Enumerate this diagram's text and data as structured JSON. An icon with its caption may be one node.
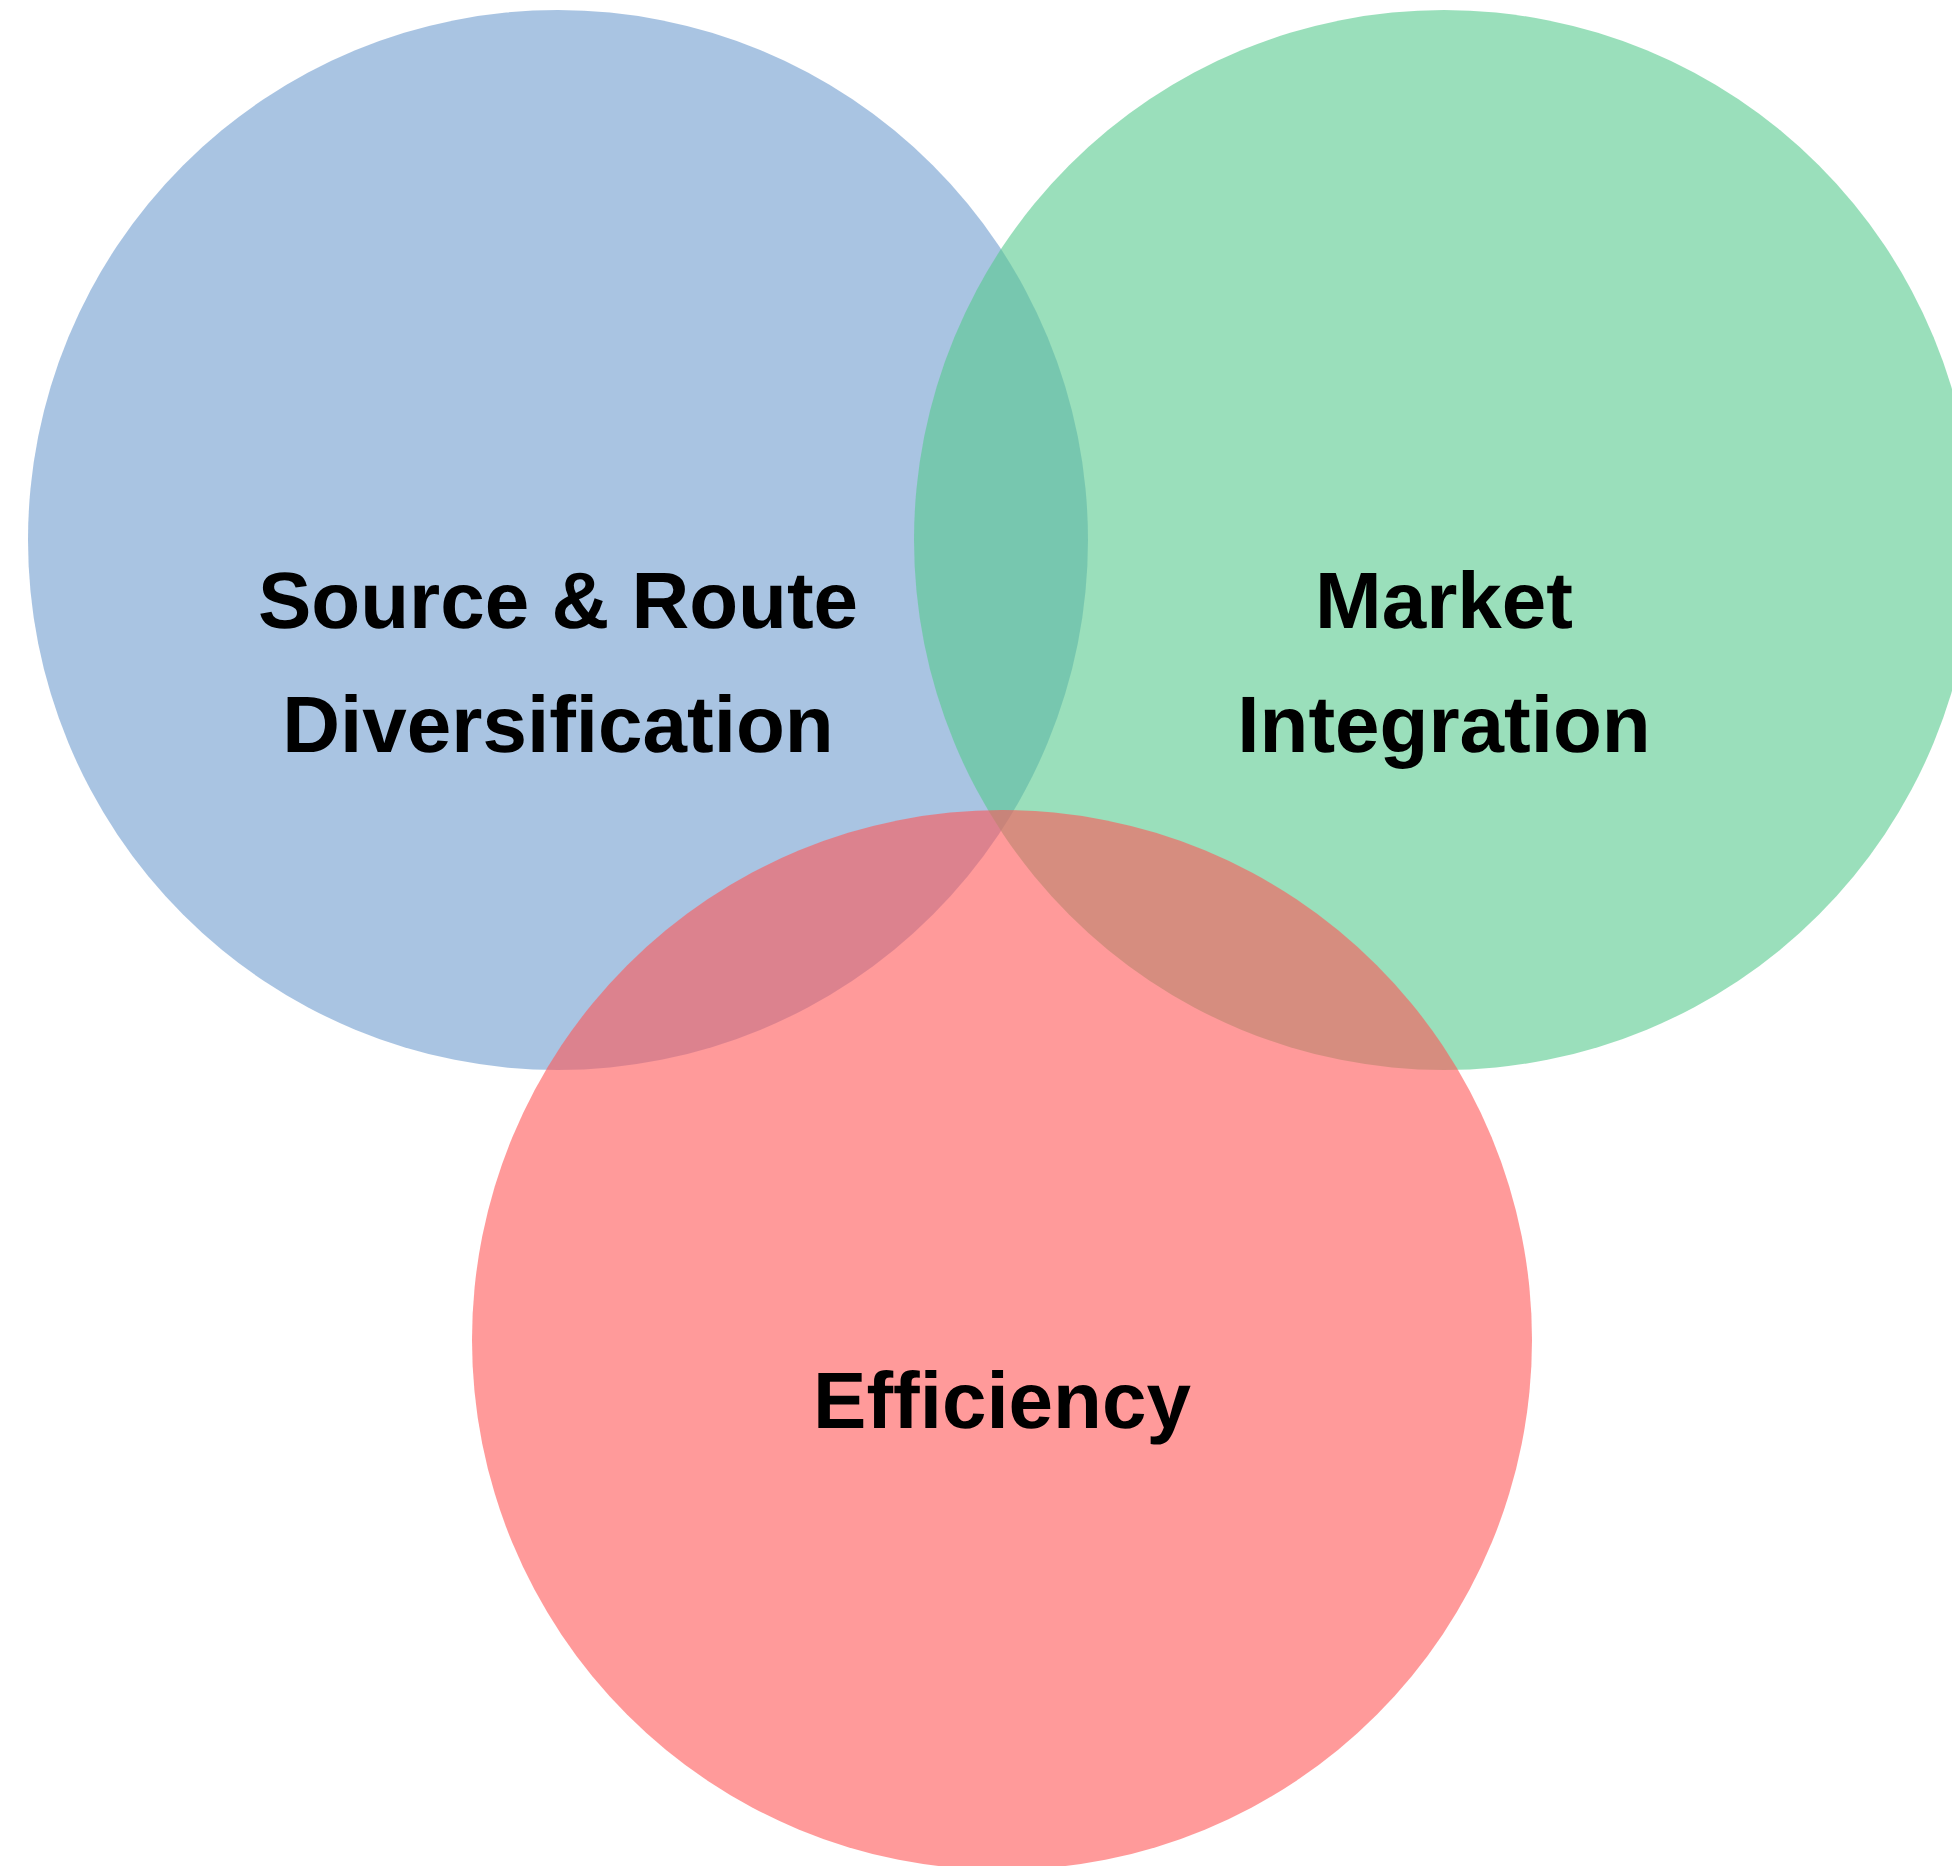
{
  "diagram": {
    "nodes": [
      {
        "text": [
          "Source & Route Diversification"
        ]
      },
      {
        "text": [
          "Market Integration"
        ]
      },
      {
        "text": [
          "Efficiency"
        ]
      }
    ]
  }
}
